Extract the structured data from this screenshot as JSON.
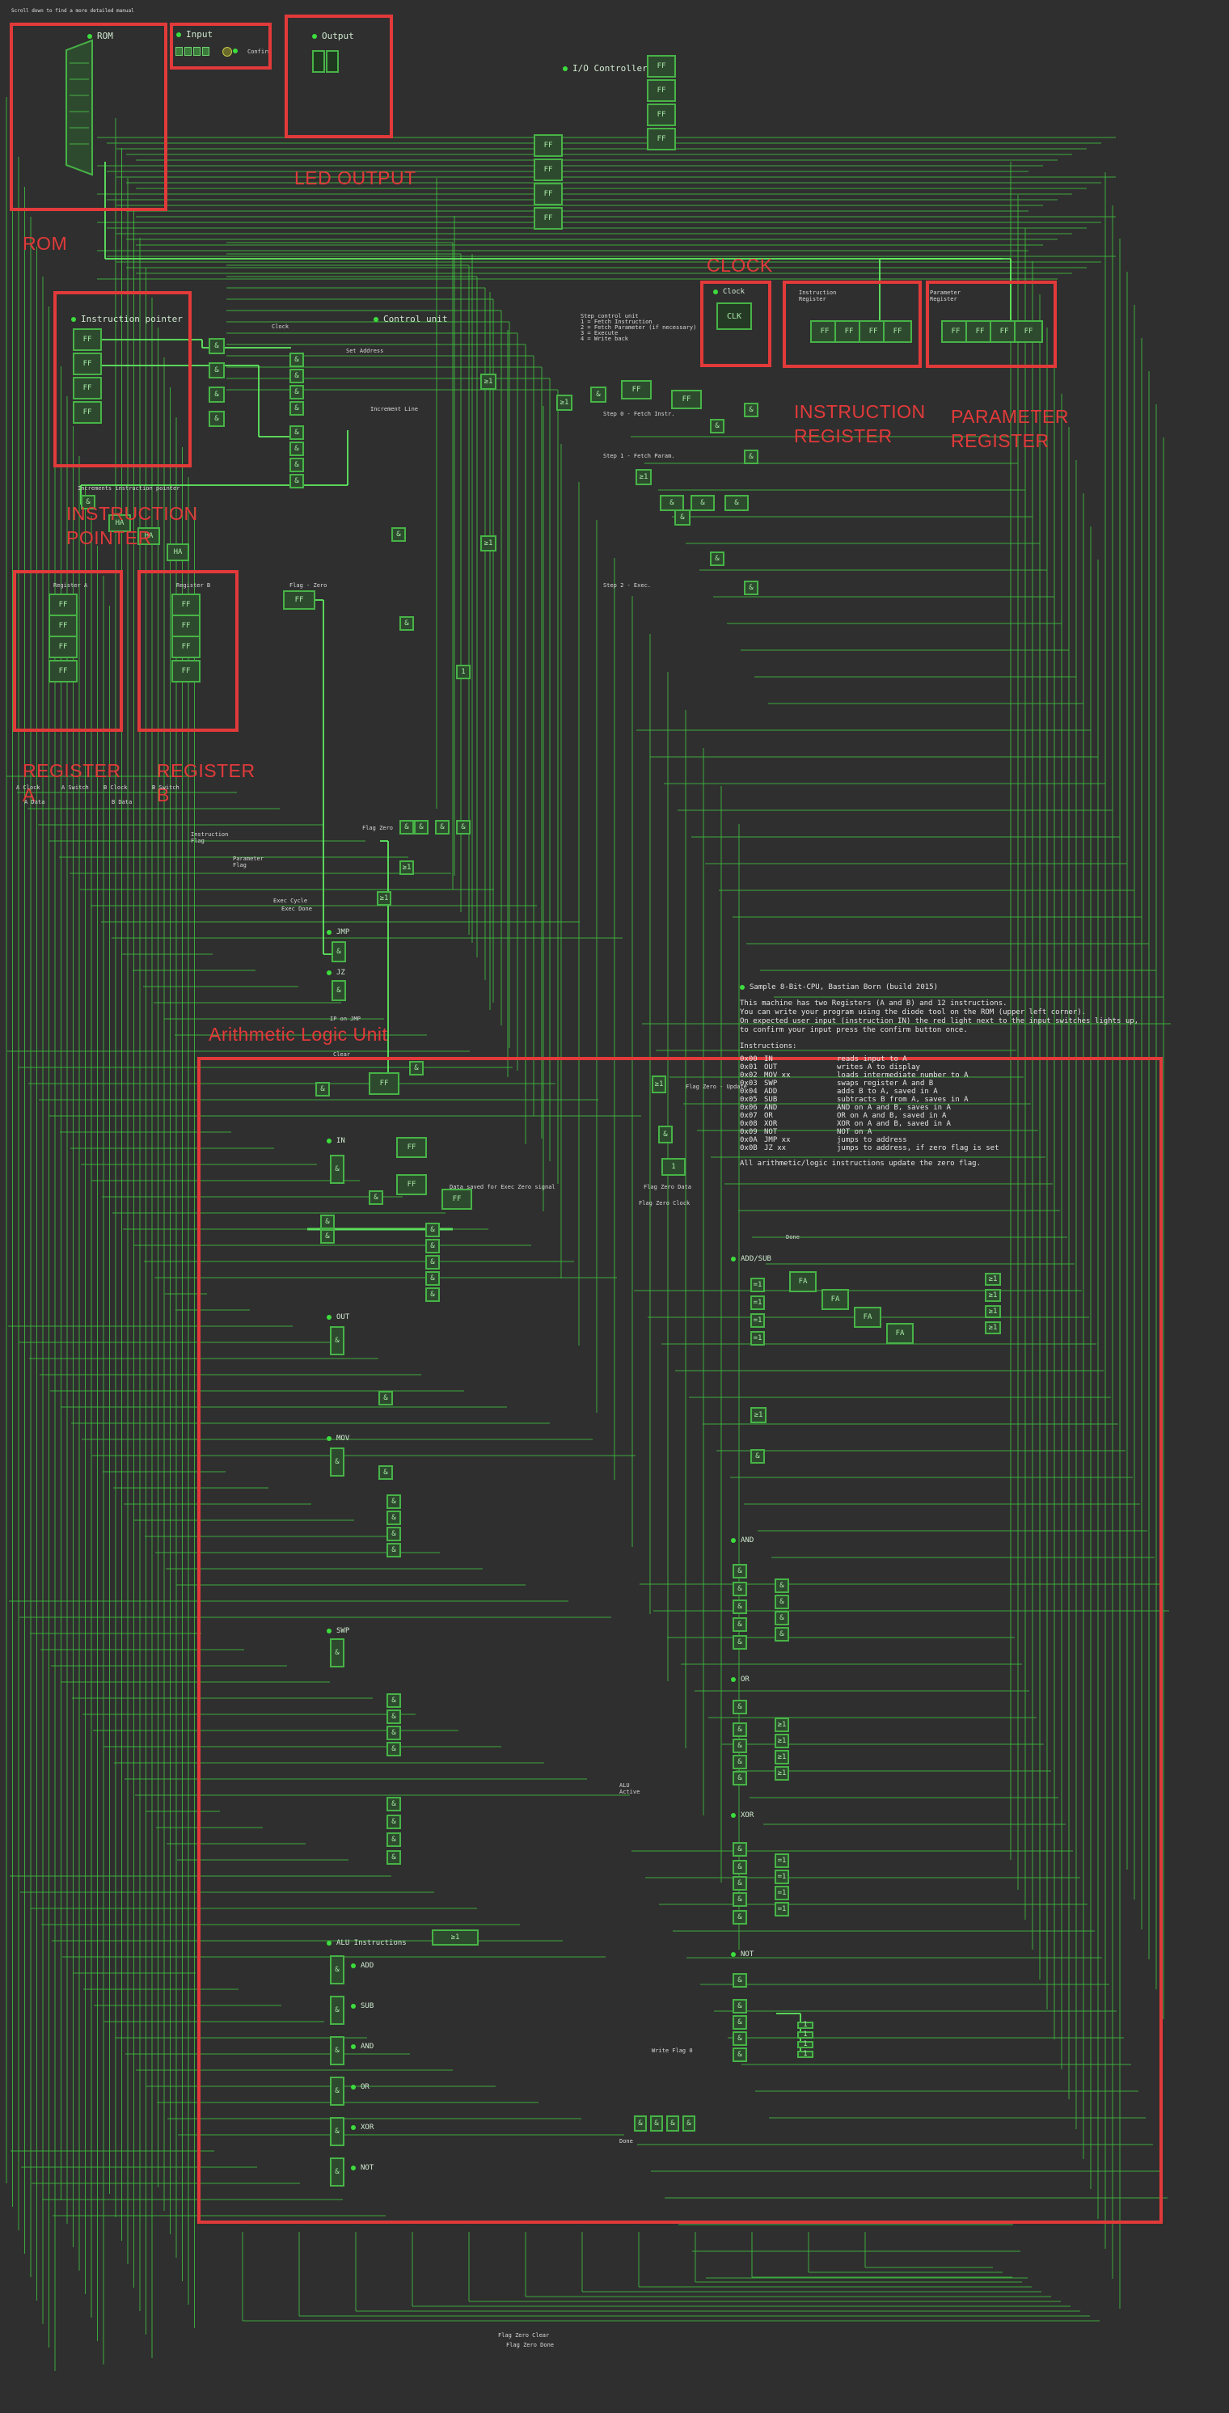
{
  "top_note": "Scroll down to find a more detailed manual",
  "modules": {
    "rom": "ROM",
    "input": "Input",
    "output": "Output",
    "io_controller": "I/O Controller",
    "clock": "Clock",
    "instruction_register": "Instruction Register",
    "parameter_register": "Parameter Register",
    "instruction_pointer": "Instruction pointer",
    "control_unit": "Control unit",
    "register_a": "Register A",
    "register_b": "Register B",
    "flag_zero": "Flag - Zero",
    "increments_ip": "Increments instruction pointer",
    "add_sub": "ADD/SUB",
    "and": "AND",
    "or": "OR",
    "xor": "XOR",
    "not": "NOT",
    "in": "IN",
    "out": "OUT",
    "mov": "MOV",
    "swp": "SWP",
    "jmp": "JMP",
    "jz": "JZ",
    "alu_instructions": "ALU Instructions"
  },
  "red_labels": {
    "rom": "ROM",
    "led_output": "LED OUTPUT",
    "clock": "CLOCK",
    "instruction_register": "INSTRUCTION\nREGISTER",
    "parameter_register": "PARAMETER\nREGISTER",
    "instruction_pointer": "INSTRUCTION\nPOINTER",
    "register_a": "REGISTER\nA",
    "register_b": "REGISTER\nB",
    "alu": "Arithmetic Logic Unit"
  },
  "small_labels": {
    "confirm": "Confirm",
    "clock_line": "Clock",
    "set_address": "Set Address",
    "increment_line": "Increment Line",
    "steps": "Step control unit\n1 = Fetch Instruction\n2 = Fetch Parameter (if necessary)\n3 = Execute\n4 = Write back",
    "step0": "Step 0 - Fetch Instr.",
    "step1": "Step 1 - Fetch Param.",
    "step2": "Step 2 - Exec.",
    "flag_zero_update": "Flag Zero - Update",
    "flag_zero_data": "Flag Zero Data",
    "flag_zero_clock": "Flag Zero Clock",
    "flag_zero": "Flag Zero",
    "instruction_flag": "Instruction\nFlag",
    "parameter_flag": "Parameter\nFlag",
    "exec_cycle": "Exec Cycle",
    "exec_done": "Exec Done",
    "data_saved": "Data saved for Exec Zero signal",
    "write_flag": "Write Flag 0",
    "alu_active": "ALU\nActive",
    "done": "Done",
    "clear": "Clear",
    "ip_on_jmp": "IP on JMP",
    "flag_zero_clear": "Flag Zero Clear",
    "flag_zero_done": "Flag Zero Done",
    "reg_a_clock": "A Clock",
    "reg_a_switch": "A Switch",
    "reg_b_clock": "B Clock",
    "reg_b_switch": "B Switch",
    "reg_a_data": "A Data",
    "reg_b_data": "B Data"
  },
  "gates": {
    "ff": "FF",
    "and": "&",
    "or": "≥1",
    "xor": "=1",
    "not": "1",
    "fa": "FA",
    "clk": "CLK",
    "ha": "HA"
  },
  "doc": {
    "title": "Sample 8-Bit-CPU, Bastian Born (build 2015)",
    "lines": [
      "This machine has two Registers (A and B) and 12 instructions.",
      "You can write your program using the diode tool on the ROM (upper left corner).",
      "On expected user input (instruction IN) the red light next to the input switches lights up,",
      "to confirm your input press the confirm button once."
    ],
    "instructions_heading": "Instructions:",
    "instructions": [
      [
        "0x00",
        "IN",
        "reads input to A"
      ],
      [
        "0x01",
        "OUT",
        "writes A to display"
      ],
      [
        "0x02",
        "MOV xx",
        "loads intermediate number to A"
      ],
      [
        "0x03",
        "SWP",
        "swaps register A and B"
      ],
      [
        "0x04",
        "ADD",
        "adds B to A, saved in A"
      ],
      [
        "0x05",
        "SUB",
        "subtracts B from A, saves in A"
      ],
      [
        "0x06",
        "AND",
        "AND on A and B, saves in A"
      ],
      [
        "0x07",
        "OR",
        "OR on A and B, saved in A"
      ],
      [
        "0x08",
        "XOR",
        "XOR on A and B, saved in A"
      ],
      [
        "0x09",
        "NOT",
        "NOT on A"
      ],
      [
        "0x0A",
        "JMP xx",
        "jumps to address"
      ],
      [
        "0x0B",
        "JZ xx",
        "jumps to address, if zero flag is set"
      ]
    ],
    "footer": "All arithmetic/logic instructions update the zero flag."
  },
  "alu_list": [
    "ADD",
    "SUB",
    "AND",
    "OR",
    "XOR",
    "NOT"
  ],
  "colors": {
    "background": "#2f2f2f",
    "wire": "#3fbf3f",
    "wire_active": "#62f262",
    "annotation": "#e23a3a",
    "component_fill": "#2e4a2e",
    "component_border": "#47b347"
  }
}
